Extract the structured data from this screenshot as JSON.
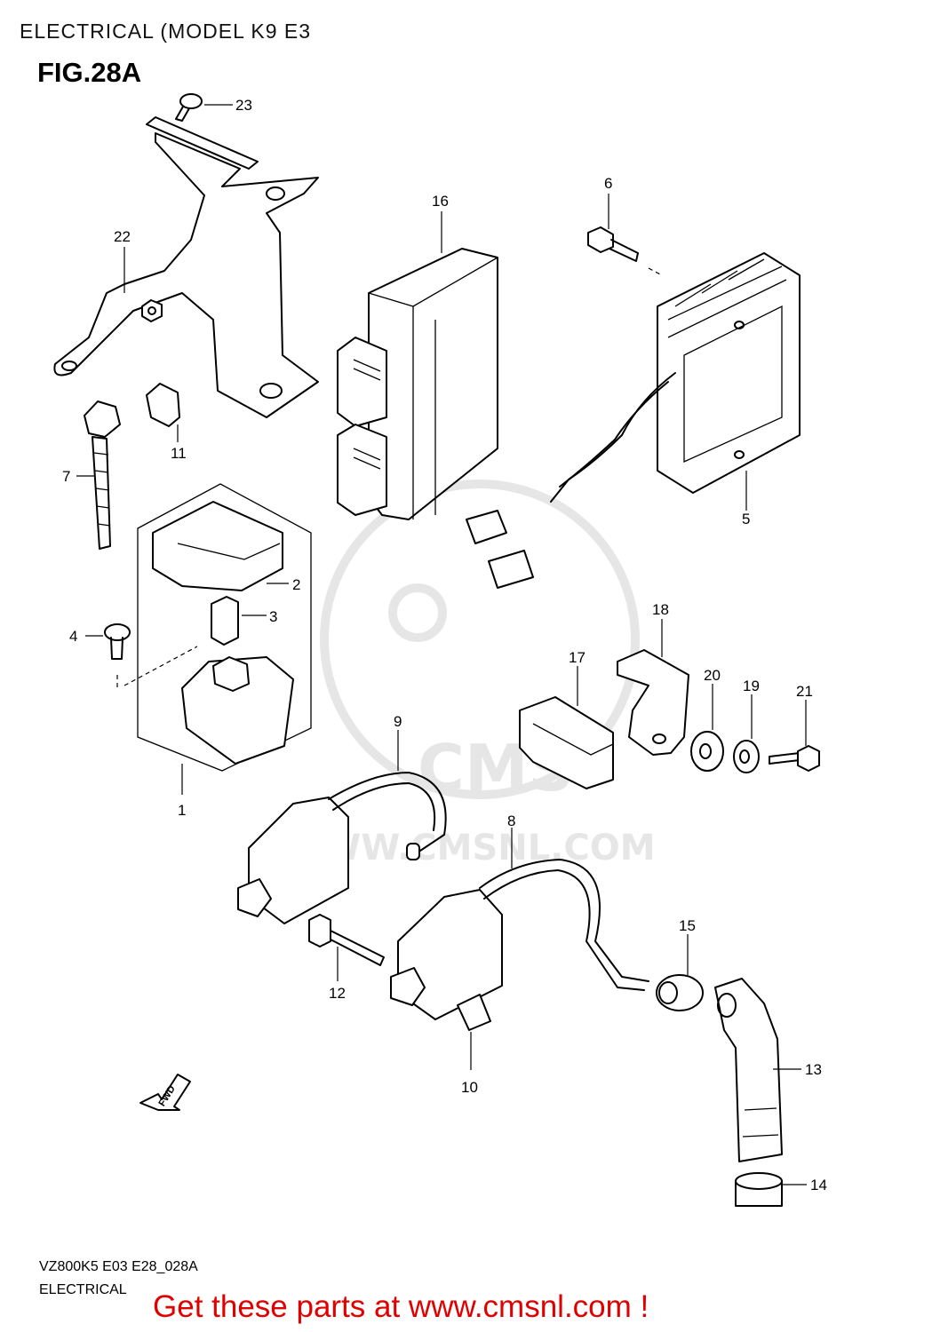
{
  "header": {
    "title": "ELECTRICAL (MODEL K9 E3"
  },
  "figure": {
    "label": "FIG.28A"
  },
  "watermark": {
    "logo": "CMS",
    "url": "WWW.CMSNL.COM"
  },
  "fwd_arrow": {
    "label": "FWD"
  },
  "callouts": {
    "c1": "1",
    "c2": "2",
    "c3": "3",
    "c4": "4",
    "c5": "5",
    "c6": "6",
    "c7": "7",
    "c8": "8",
    "c9": "9",
    "c10": "10",
    "c11": "11",
    "c12": "12",
    "c13": "13",
    "c14": "14",
    "c15": "15",
    "c16": "16",
    "c17": "17",
    "c18": "18",
    "c19": "19",
    "c20": "20",
    "c21": "21",
    "c22": "22",
    "c23": "23"
  },
  "footer": {
    "code": "VZ800K5 E03 E28_028A",
    "section": "ELECTRICAL",
    "cta": "Get these parts at www.cmsnl.com !"
  },
  "colors": {
    "cta": "#e10000",
    "line": "#000000",
    "watermark": "#e6e6e6"
  }
}
